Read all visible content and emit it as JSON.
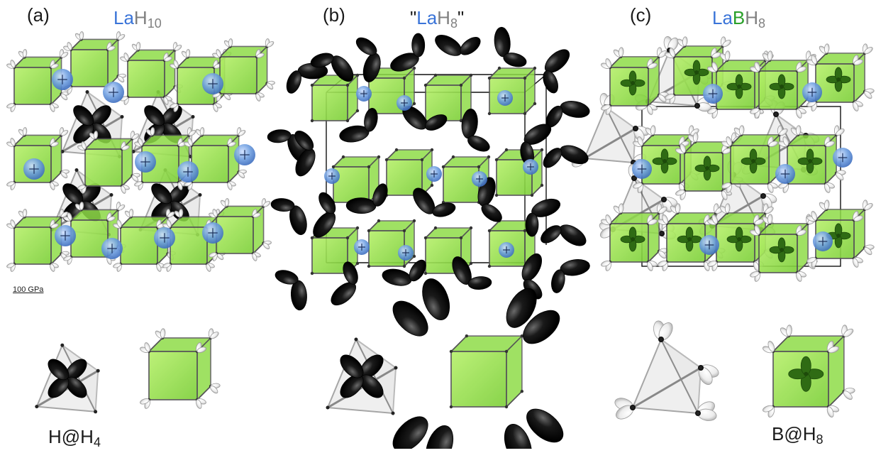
{
  "panels": [
    {
      "letter": "(a)",
      "title": {
        "la": "La",
        "h": "H",
        "h_sub": "10"
      }
    },
    {
      "letter": "(b)",
      "title": {
        "q1": "\"",
        "la": "La",
        "h": "H",
        "h_sub": "8",
        "q2": "\""
      }
    },
    {
      "letter": "(c)",
      "title": {
        "la": "La",
        "b": "B",
        "h": "H",
        "h_sub": "8"
      }
    }
  ],
  "scale_label": "100 GPa",
  "motif_labels": {
    "left": {
      "main": "H@H",
      "sub": "4"
    },
    "right": {
      "main": "B@H",
      "sub": "8"
    }
  },
  "colors": {
    "la": "#3a74d8",
    "b": "#2aa02a",
    "h": "#808080",
    "cube_fill": "#9be84a",
    "cube_edge": "#555555",
    "lobe_dark": "#111111",
    "lobe_light": "#f2f2f2",
    "atom_blue": "#6f9fe0"
  }
}
